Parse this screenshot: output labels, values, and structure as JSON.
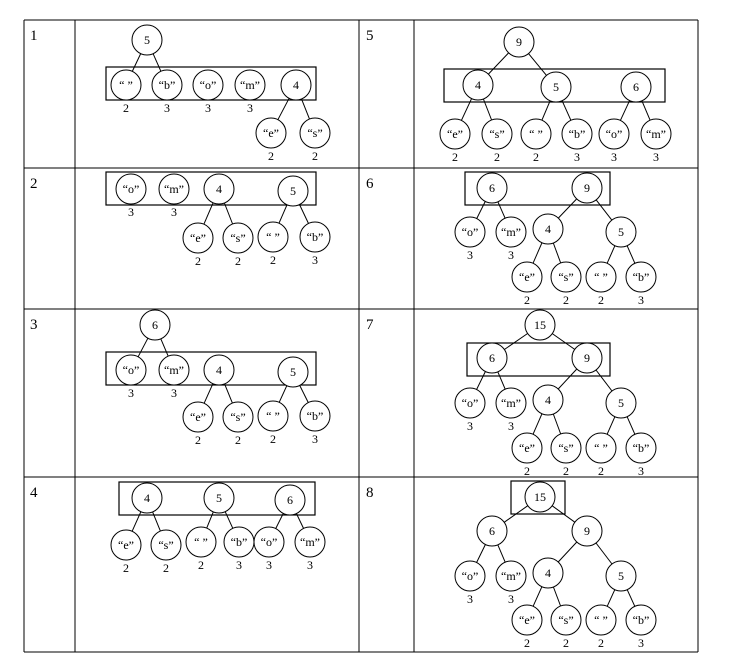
{
  "steps": [
    {
      "id": "1",
      "nodes": [
        {
          "key": "r5",
          "label": "5"
        },
        {
          "key": "sp",
          "label": "“ ”",
          "freq": "2"
        },
        {
          "key": "b",
          "label": "“b”",
          "freq": "3"
        },
        {
          "key": "o",
          "label": "“o”",
          "freq": "3"
        },
        {
          "key": "m",
          "label": "“m”",
          "freq": "3"
        },
        {
          "key": "n4",
          "label": "4"
        },
        {
          "key": "e",
          "label": "“e”",
          "freq": "2"
        },
        {
          "key": "s",
          "label": "“s”",
          "freq": "2"
        }
      ],
      "edges": [
        [
          "r5",
          "sp"
        ],
        [
          "r5",
          "b"
        ],
        [
          "n4",
          "e"
        ],
        [
          "n4",
          "s"
        ]
      ]
    },
    {
      "id": "2",
      "nodes": [
        {
          "key": "o",
          "label": "“o”",
          "freq": "3"
        },
        {
          "key": "m",
          "label": "“m”",
          "freq": "3"
        },
        {
          "key": "n4",
          "label": "4"
        },
        {
          "key": "n5",
          "label": "5"
        },
        {
          "key": "e",
          "label": "“e”",
          "freq": "2"
        },
        {
          "key": "s",
          "label": "“s”",
          "freq": "2"
        },
        {
          "key": "sp",
          "label": "“ ”",
          "freq": "2"
        },
        {
          "key": "b",
          "label": "“b”",
          "freq": "3"
        }
      ],
      "edges": [
        [
          "n4",
          "e"
        ],
        [
          "n4",
          "s"
        ],
        [
          "n5",
          "sp"
        ],
        [
          "n5",
          "b"
        ]
      ]
    },
    {
      "id": "3",
      "nodes": [
        {
          "key": "r6",
          "label": "6"
        },
        {
          "key": "o",
          "label": "“o”",
          "freq": "3"
        },
        {
          "key": "m",
          "label": "“m”",
          "freq": "3"
        },
        {
          "key": "n4",
          "label": "4"
        },
        {
          "key": "n5",
          "label": "5"
        },
        {
          "key": "e",
          "label": "“e”",
          "freq": "2"
        },
        {
          "key": "s",
          "label": "“s”",
          "freq": "2"
        },
        {
          "key": "sp",
          "label": "“ ”",
          "freq": "2"
        },
        {
          "key": "b",
          "label": "“b”",
          "freq": "3"
        }
      ],
      "edges": [
        [
          "r6",
          "o"
        ],
        [
          "r6",
          "m"
        ],
        [
          "n4",
          "e"
        ],
        [
          "n4",
          "s"
        ],
        [
          "n5",
          "sp"
        ],
        [
          "n5",
          "b"
        ]
      ]
    },
    {
      "id": "4",
      "nodes": [
        {
          "key": "n4",
          "label": "4"
        },
        {
          "key": "n5",
          "label": "5"
        },
        {
          "key": "n6",
          "label": "6"
        },
        {
          "key": "e",
          "label": "“e”",
          "freq": "2"
        },
        {
          "key": "s",
          "label": "“s”",
          "freq": "2"
        },
        {
          "key": "sp",
          "label": "“ ”",
          "freq": "2"
        },
        {
          "key": "b",
          "label": "“b”",
          "freq": "3"
        },
        {
          "key": "o",
          "label": "“o”",
          "freq": "3"
        },
        {
          "key": "m",
          "label": "“m”",
          "freq": "3"
        }
      ],
      "edges": [
        [
          "n4",
          "e"
        ],
        [
          "n4",
          "s"
        ],
        [
          "n5",
          "sp"
        ],
        [
          "n5",
          "b"
        ],
        [
          "n6",
          "o"
        ],
        [
          "n6",
          "m"
        ]
      ]
    },
    {
      "id": "5",
      "nodes": [
        {
          "key": "r9",
          "label": "9"
        },
        {
          "key": "n4",
          "label": "4"
        },
        {
          "key": "n5",
          "label": "5"
        },
        {
          "key": "n6",
          "label": "6"
        },
        {
          "key": "e",
          "label": "“e”",
          "freq": "2"
        },
        {
          "key": "s",
          "label": "“s”",
          "freq": "2"
        },
        {
          "key": "sp",
          "label": "“ ”",
          "freq": "2"
        },
        {
          "key": "b",
          "label": "“b”",
          "freq": "3"
        },
        {
          "key": "o",
          "label": "“o”",
          "freq": "3"
        },
        {
          "key": "m",
          "label": "“m”",
          "freq": "3"
        }
      ],
      "edges": [
        [
          "r9",
          "n4"
        ],
        [
          "r9",
          "n5"
        ],
        [
          "n4",
          "e"
        ],
        [
          "n4",
          "s"
        ],
        [
          "n5",
          "sp"
        ],
        [
          "n5",
          "b"
        ],
        [
          "n6",
          "o"
        ],
        [
          "n6",
          "m"
        ]
      ]
    },
    {
      "id": "6",
      "nodes": [
        {
          "key": "n6",
          "label": "6"
        },
        {
          "key": "n9",
          "label": "9"
        },
        {
          "key": "o",
          "label": "“o”",
          "freq": "3"
        },
        {
          "key": "m",
          "label": "“m”",
          "freq": "3"
        },
        {
          "key": "n4",
          "label": "4"
        },
        {
          "key": "n5",
          "label": "5"
        },
        {
          "key": "e",
          "label": "“e”",
          "freq": "2"
        },
        {
          "key": "s",
          "label": "“s”",
          "freq": "2"
        },
        {
          "key": "sp",
          "label": "“ ”",
          "freq": "2"
        },
        {
          "key": "b",
          "label": "“b”",
          "freq": "3"
        }
      ],
      "edges": [
        [
          "n6",
          "o"
        ],
        [
          "n6",
          "m"
        ],
        [
          "n9",
          "n4"
        ],
        [
          "n9",
          "n5"
        ],
        [
          "n4",
          "e"
        ],
        [
          "n4",
          "s"
        ],
        [
          "n5",
          "sp"
        ],
        [
          "n5",
          "b"
        ]
      ]
    },
    {
      "id": "7",
      "nodes": [
        {
          "key": "r15",
          "label": "15"
        },
        {
          "key": "n6",
          "label": "6"
        },
        {
          "key": "n9",
          "label": "9"
        },
        {
          "key": "o",
          "label": "“o”",
          "freq": "3"
        },
        {
          "key": "m",
          "label": "“m”",
          "freq": "3"
        },
        {
          "key": "n4",
          "label": "4"
        },
        {
          "key": "n5",
          "label": "5"
        },
        {
          "key": "e",
          "label": "“e”",
          "freq": "2"
        },
        {
          "key": "s",
          "label": "“s”",
          "freq": "2"
        },
        {
          "key": "sp",
          "label": "“ ”",
          "freq": "2"
        },
        {
          "key": "b",
          "label": "“b”",
          "freq": "3"
        }
      ],
      "edges": [
        [
          "r15",
          "n6"
        ],
        [
          "r15",
          "n9"
        ],
        [
          "n6",
          "o"
        ],
        [
          "n6",
          "m"
        ],
        [
          "n9",
          "n4"
        ],
        [
          "n9",
          "n5"
        ],
        [
          "n4",
          "e"
        ],
        [
          "n4",
          "s"
        ],
        [
          "n5",
          "sp"
        ],
        [
          "n5",
          "b"
        ]
      ]
    },
    {
      "id": "8",
      "nodes": [
        {
          "key": "r15",
          "label": "15"
        },
        {
          "key": "n6",
          "label": "6"
        },
        {
          "key": "n9",
          "label": "9"
        },
        {
          "key": "o",
          "label": "“o”",
          "freq": "3"
        },
        {
          "key": "m",
          "label": "“m”",
          "freq": "3"
        },
        {
          "key": "n4",
          "label": "4"
        },
        {
          "key": "n5",
          "label": "5"
        },
        {
          "key": "e",
          "label": "“e”",
          "freq": "2"
        },
        {
          "key": "s",
          "label": "“s”",
          "freq": "2"
        },
        {
          "key": "sp",
          "label": "“ ”",
          "freq": "2"
        },
        {
          "key": "b",
          "label": "“b”",
          "freq": "3"
        }
      ],
      "edges": [
        [
          "r15",
          "n6"
        ],
        [
          "r15",
          "n9"
        ],
        [
          "n6",
          "o"
        ],
        [
          "n6",
          "m"
        ],
        [
          "n9",
          "n4"
        ],
        [
          "n9",
          "n5"
        ],
        [
          "n4",
          "e"
        ],
        [
          "n4",
          "s"
        ],
        [
          "n5",
          "sp"
        ],
        [
          "n5",
          "b"
        ]
      ]
    }
  ]
}
